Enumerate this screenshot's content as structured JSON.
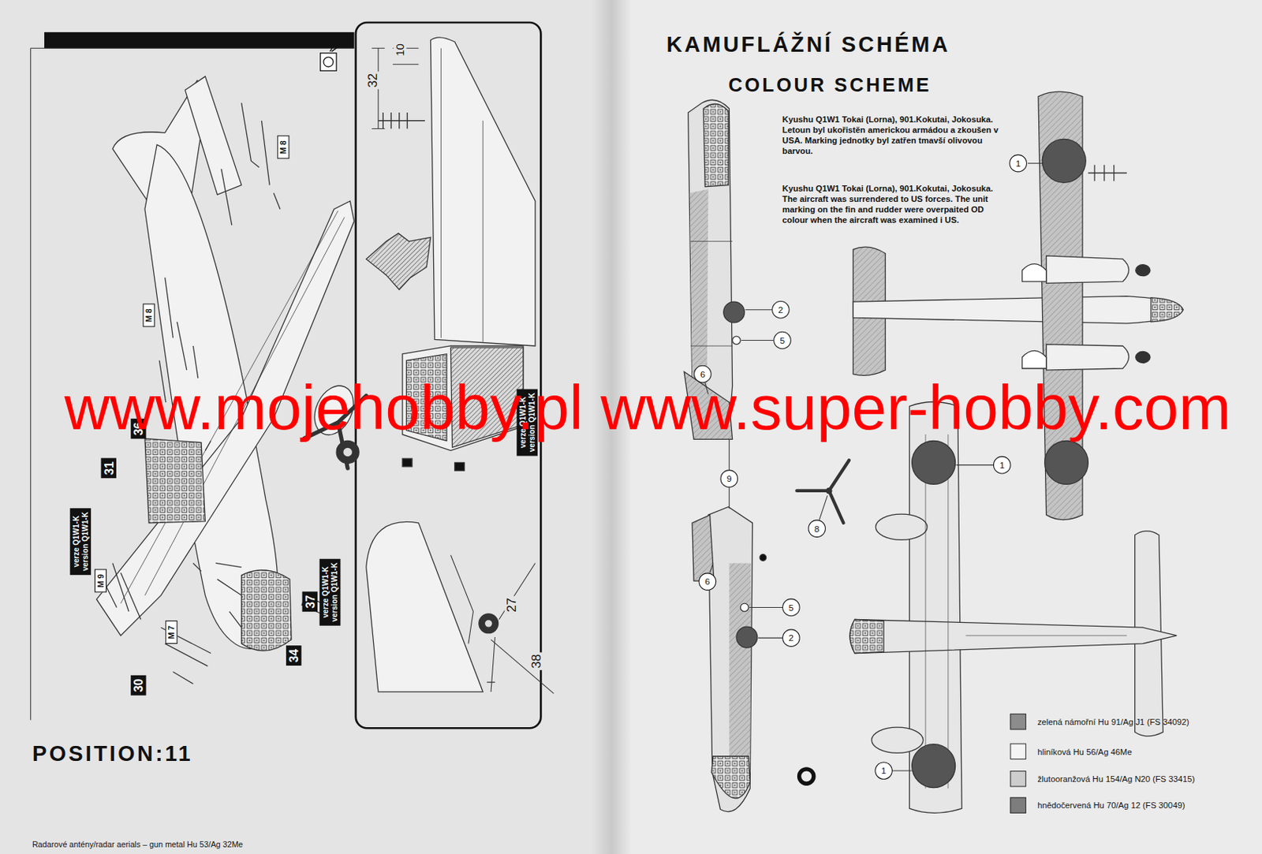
{
  "diagram": {
    "title": "KAMUFLÁŽNÍ SCHÉMA",
    "nodes": [
      {
        "text": [
          "M 8"
        ]
      },
      {
        "text": [
          "M 8"
        ]
      },
      {
        "text": [
          "M 9"
        ]
      },
      {
        "text": [
          "M 7"
        ]
      },
      {
        "text": [
          "31"
        ]
      },
      {
        "text": [
          "36"
        ]
      },
      {
        "text": [
          "37"
        ]
      },
      {
        "text": [
          "34"
        ]
      },
      {
        "text": [
          "30"
        ]
      },
      {
        "text": [
          "verze Q1W1-K",
          "version Q1W1-K"
        ]
      },
      {
        "text": [
          "verze Q1W1-K",
          "version Q1W1-K"
        ]
      },
      {
        "text": [
          "verze Q1W1-K",
          "version Q1W1-K"
        ]
      },
      {
        "text": [
          "1"
        ]
      },
      {
        "text": [
          "2"
        ]
      },
      {
        "text": [
          "5"
        ]
      },
      {
        "text": [
          "6"
        ]
      },
      {
        "text": [
          "9"
        ]
      },
      {
        "text": [
          "8"
        ]
      },
      {
        "text": [
          "1"
        ]
      },
      {
        "text": [
          "6"
        ]
      },
      {
        "text": [
          "5"
        ]
      },
      {
        "text": [
          "2"
        ]
      },
      {
        "text": [
          "1"
        ]
      }
    ],
    "labels": [
      "COLOUR SCHEME",
      "Kyushu Q1W1 Tokai (Lorna), 901.Kokutai, Jokosuka. Letoun byl ukořistěn americkou armádou a zkoušen v USA. Marking jednotky byl zatřen tmavší olivovou barvou.",
      "Kyushu Q1W1 Tokai (Lorna), 901.Kokutai, Jokosuka. The aircraft was surrendered to US forces. The unit marking on the fin and rudder were overpaited OD colour when the aircraft was examined i US.",
      "POSITION:11",
      "32",
      "10",
      "27",
      "38",
      "www.mojehobby.pl www.super-hobby.com",
      "Radarové antény/radar aerials – gun metal Hu 53/Ag 32Me"
    ],
    "legend": [
      {
        "text": "zelená námořní Hu 91/Ag J1 (FS 34092)",
        "color": "#8c8c8c"
      },
      {
        "text": "hliníková Hu 56/Ag 46Me",
        "color": "#f4f4f4"
      },
      {
        "text": "žlutooranžová Hu 154/Ag N20 (FS 33415)",
        "color": "#cdcdcd"
      },
      {
        "text": "hnědočervená Hu 70/Ag 12 (FS 30049)",
        "color": "#7d7d7d"
      }
    ]
  }
}
